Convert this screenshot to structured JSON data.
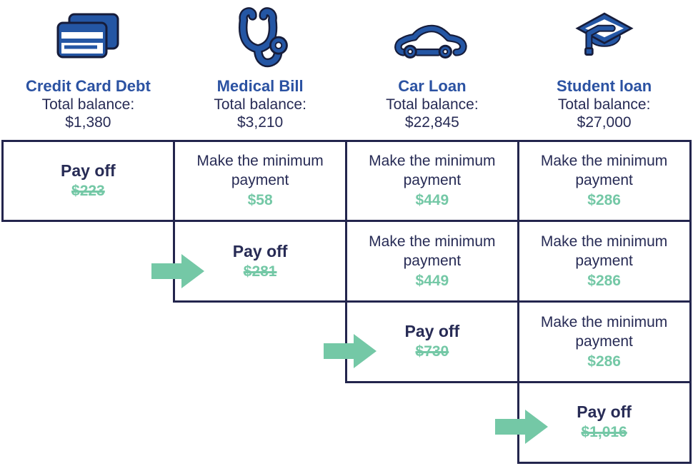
{
  "colors": {
    "navy_text": "#272b55",
    "border_navy": "#23254d",
    "title_blue": "#2b52a2",
    "icon_blue": "#2456a4",
    "icon_outline": "#161c3a",
    "green": "#74c8a6",
    "background": "#ffffff"
  },
  "header": {
    "columns": [
      {
        "icon": "credit-card-icon",
        "title": "Credit Card Debt",
        "balance_label": "Total balance:",
        "balance": "$1,380"
      },
      {
        "icon": "stethoscope-icon",
        "title": "Medical Bill",
        "balance_label": "Total balance:",
        "balance": "$3,210"
      },
      {
        "icon": "car-icon",
        "title": "Car Loan",
        "balance_label": "Total balance:",
        "balance": "$22,845"
      },
      {
        "icon": "graduation-cap-icon",
        "title": "Student loan",
        "balance_label": "Total balance:",
        "balance": "$27,000"
      }
    ]
  },
  "grid": {
    "cells": [
      {
        "row": 1,
        "col": 1,
        "type": "payoff",
        "label": "Pay off",
        "amount": "$223",
        "amount_struck": true
      },
      {
        "row": 1,
        "col": 2,
        "type": "min",
        "label": "Make the minimum payment",
        "amount": "$58",
        "amount_struck": false
      },
      {
        "row": 1,
        "col": 3,
        "type": "min",
        "label": "Make the minimum payment",
        "amount": "$449",
        "amount_struck": false
      },
      {
        "row": 1,
        "col": 4,
        "type": "min",
        "label": "Make the minimum payment",
        "amount": "$286",
        "amount_struck": false
      },
      {
        "row": 2,
        "col": 2,
        "type": "payoff",
        "label": "Pay off",
        "amount": "$281",
        "amount_struck": true
      },
      {
        "row": 2,
        "col": 3,
        "type": "min",
        "label": "Make the minimum payment",
        "amount": "$449",
        "amount_struck": false
      },
      {
        "row": 2,
        "col": 4,
        "type": "min",
        "label": "Make the minimum payment",
        "amount": "$286",
        "amount_struck": false
      },
      {
        "row": 3,
        "col": 3,
        "type": "payoff",
        "label": "Pay off",
        "amount": "$730",
        "amount_struck": true
      },
      {
        "row": 3,
        "col": 4,
        "type": "min",
        "label": "Make the minimum payment",
        "amount": "$286",
        "amount_struck": false
      },
      {
        "row": 4,
        "col": 4,
        "type": "payoff",
        "label": "Pay off",
        "amount": "$1,016",
        "amount_struck": true
      }
    ]
  }
}
